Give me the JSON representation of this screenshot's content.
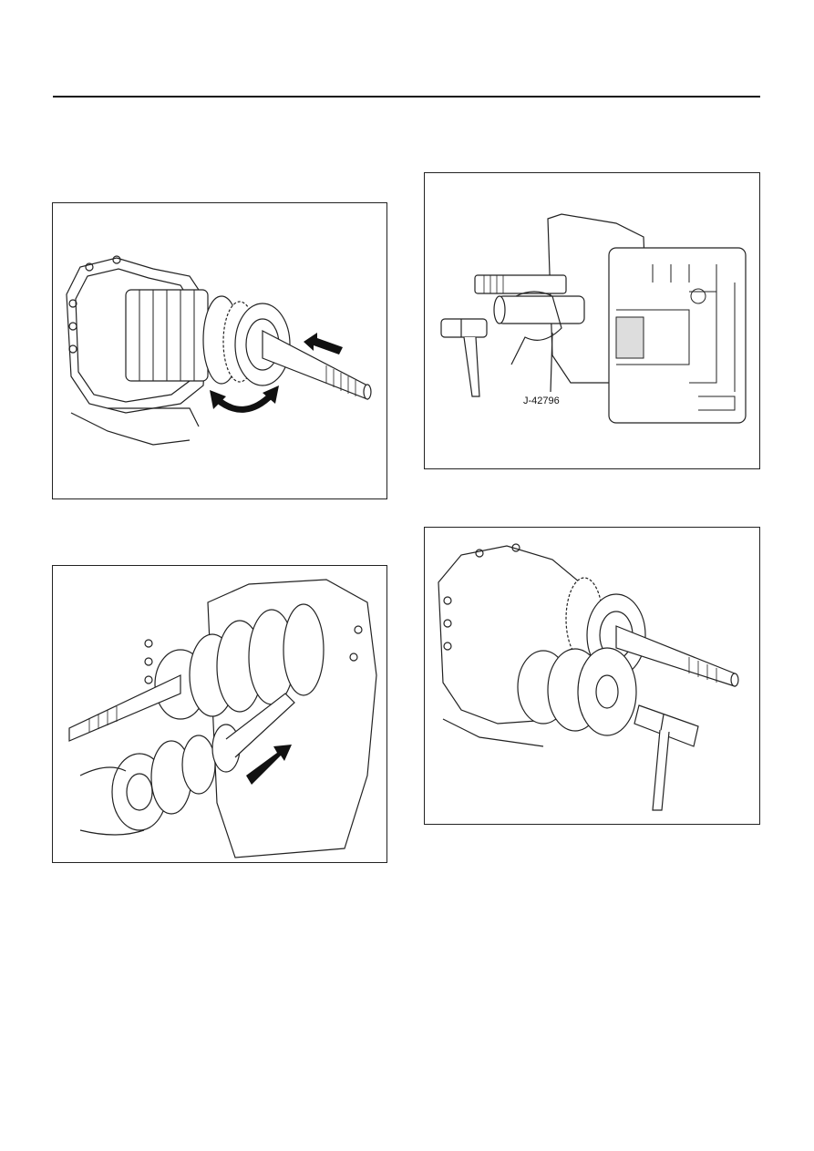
{
  "colors": {
    "line": "#222222",
    "fill": "#ffffff",
    "shade": "#dddddd",
    "arrow": "#111111"
  },
  "figures": [
    {
      "id": "fig-a",
      "name": "transmission-main-shaft-rotate",
      "icons": [
        "curved-rotation-arrow-icon",
        "push-arrow-icon"
      ]
    },
    {
      "id": "fig-b",
      "name": "tool-install-with-hammer",
      "tool_label": "J-42796",
      "icons": [
        "hammer-icon",
        "detail-inset"
      ]
    },
    {
      "id": "fig-c",
      "name": "countershaft-insert",
      "icons": [
        "insert-arrow-icon"
      ]
    },
    {
      "id": "fig-d",
      "name": "gear-assembly-hammer-tap",
      "icons": [
        "hammer-icon"
      ]
    }
  ]
}
